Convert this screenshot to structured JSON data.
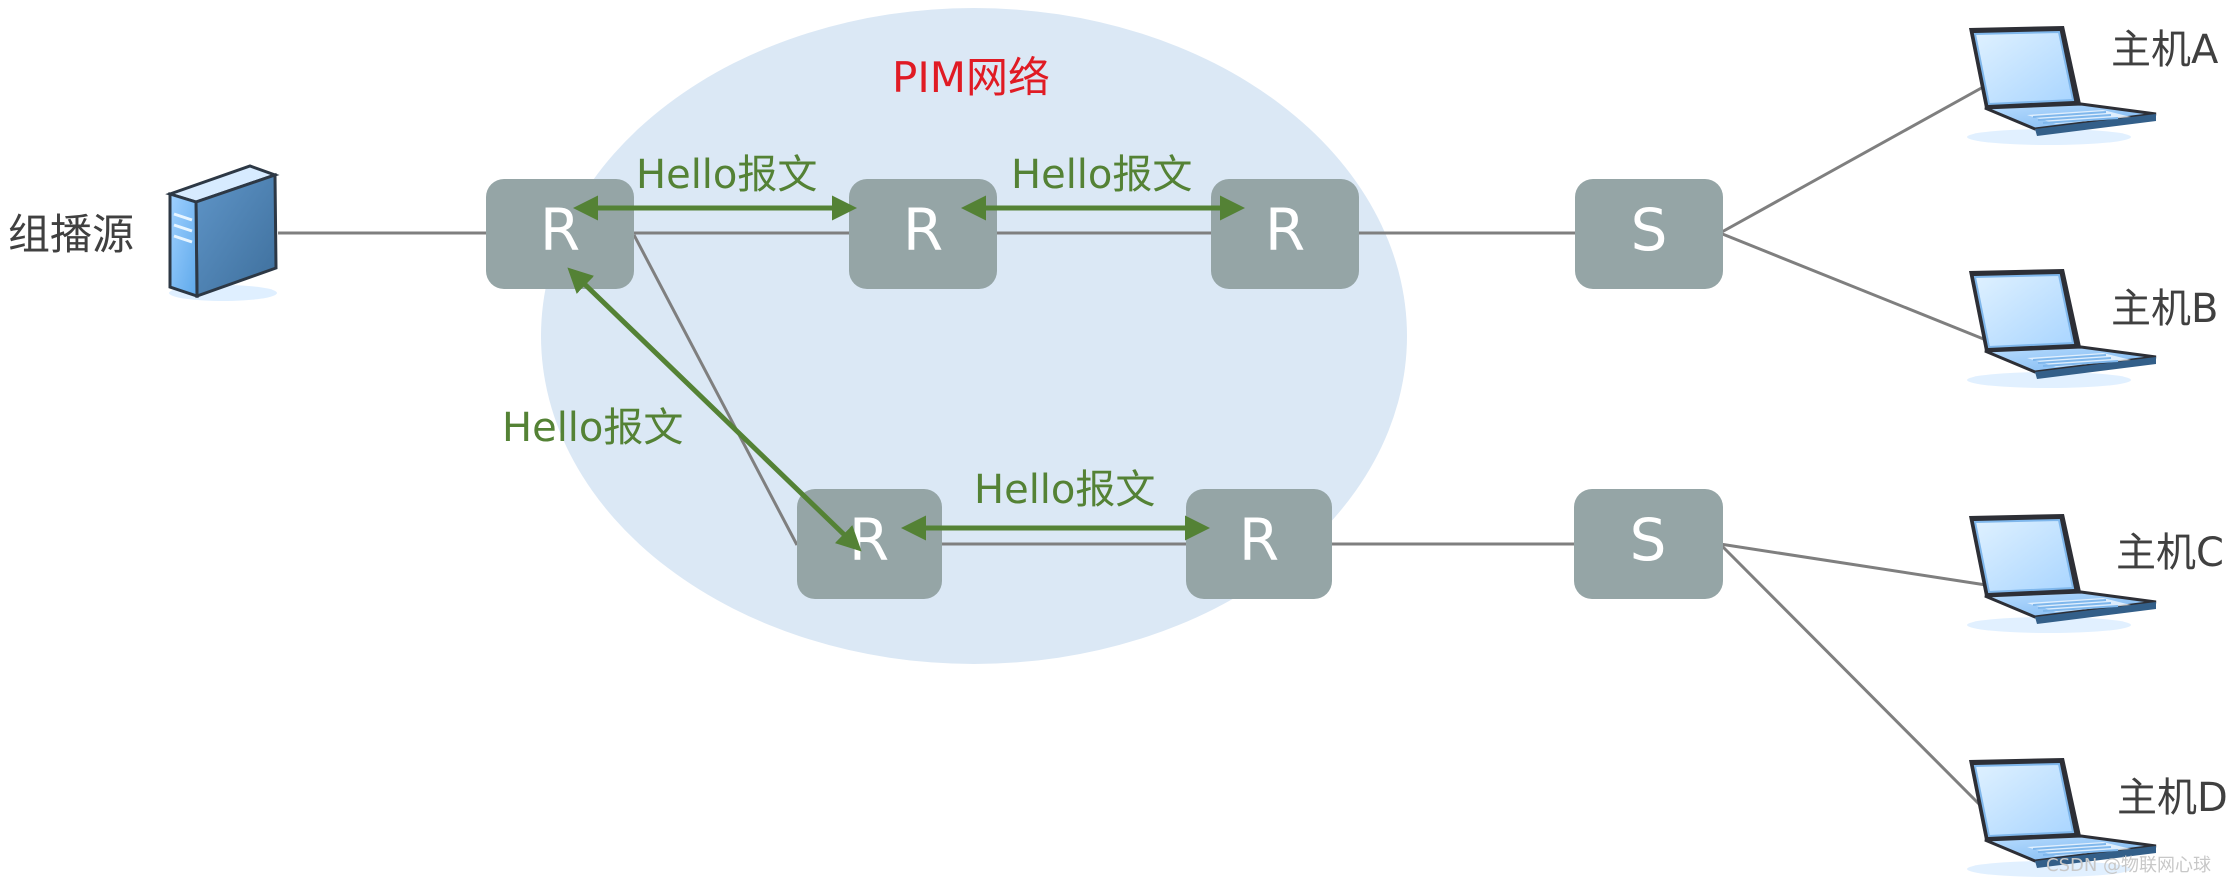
{
  "network": {
    "label": "PIM网络"
  },
  "source": {
    "label": "组播源"
  },
  "routers": {
    "r1": "R",
    "r2": "R",
    "r3": "R",
    "r4": "R",
    "r5": "R"
  },
  "switches": {
    "s1": "S",
    "s2": "S"
  },
  "hosts": {
    "a": "主机A",
    "b": "主机B",
    "c": "主机C",
    "d": "主机D"
  },
  "hello": {
    "top_left": "Hello报文",
    "top_right": "Hello报文",
    "left": "Hello报文",
    "bottom": "Hello报文"
  },
  "watermark": "CSDN @物联网心球",
  "colors": {
    "network_bg": "#dbe8f5",
    "node": "#95a5a6",
    "link": "#7f7f7f",
    "hello": "#548235",
    "network_label": "#e01b24",
    "text": "#404040"
  }
}
